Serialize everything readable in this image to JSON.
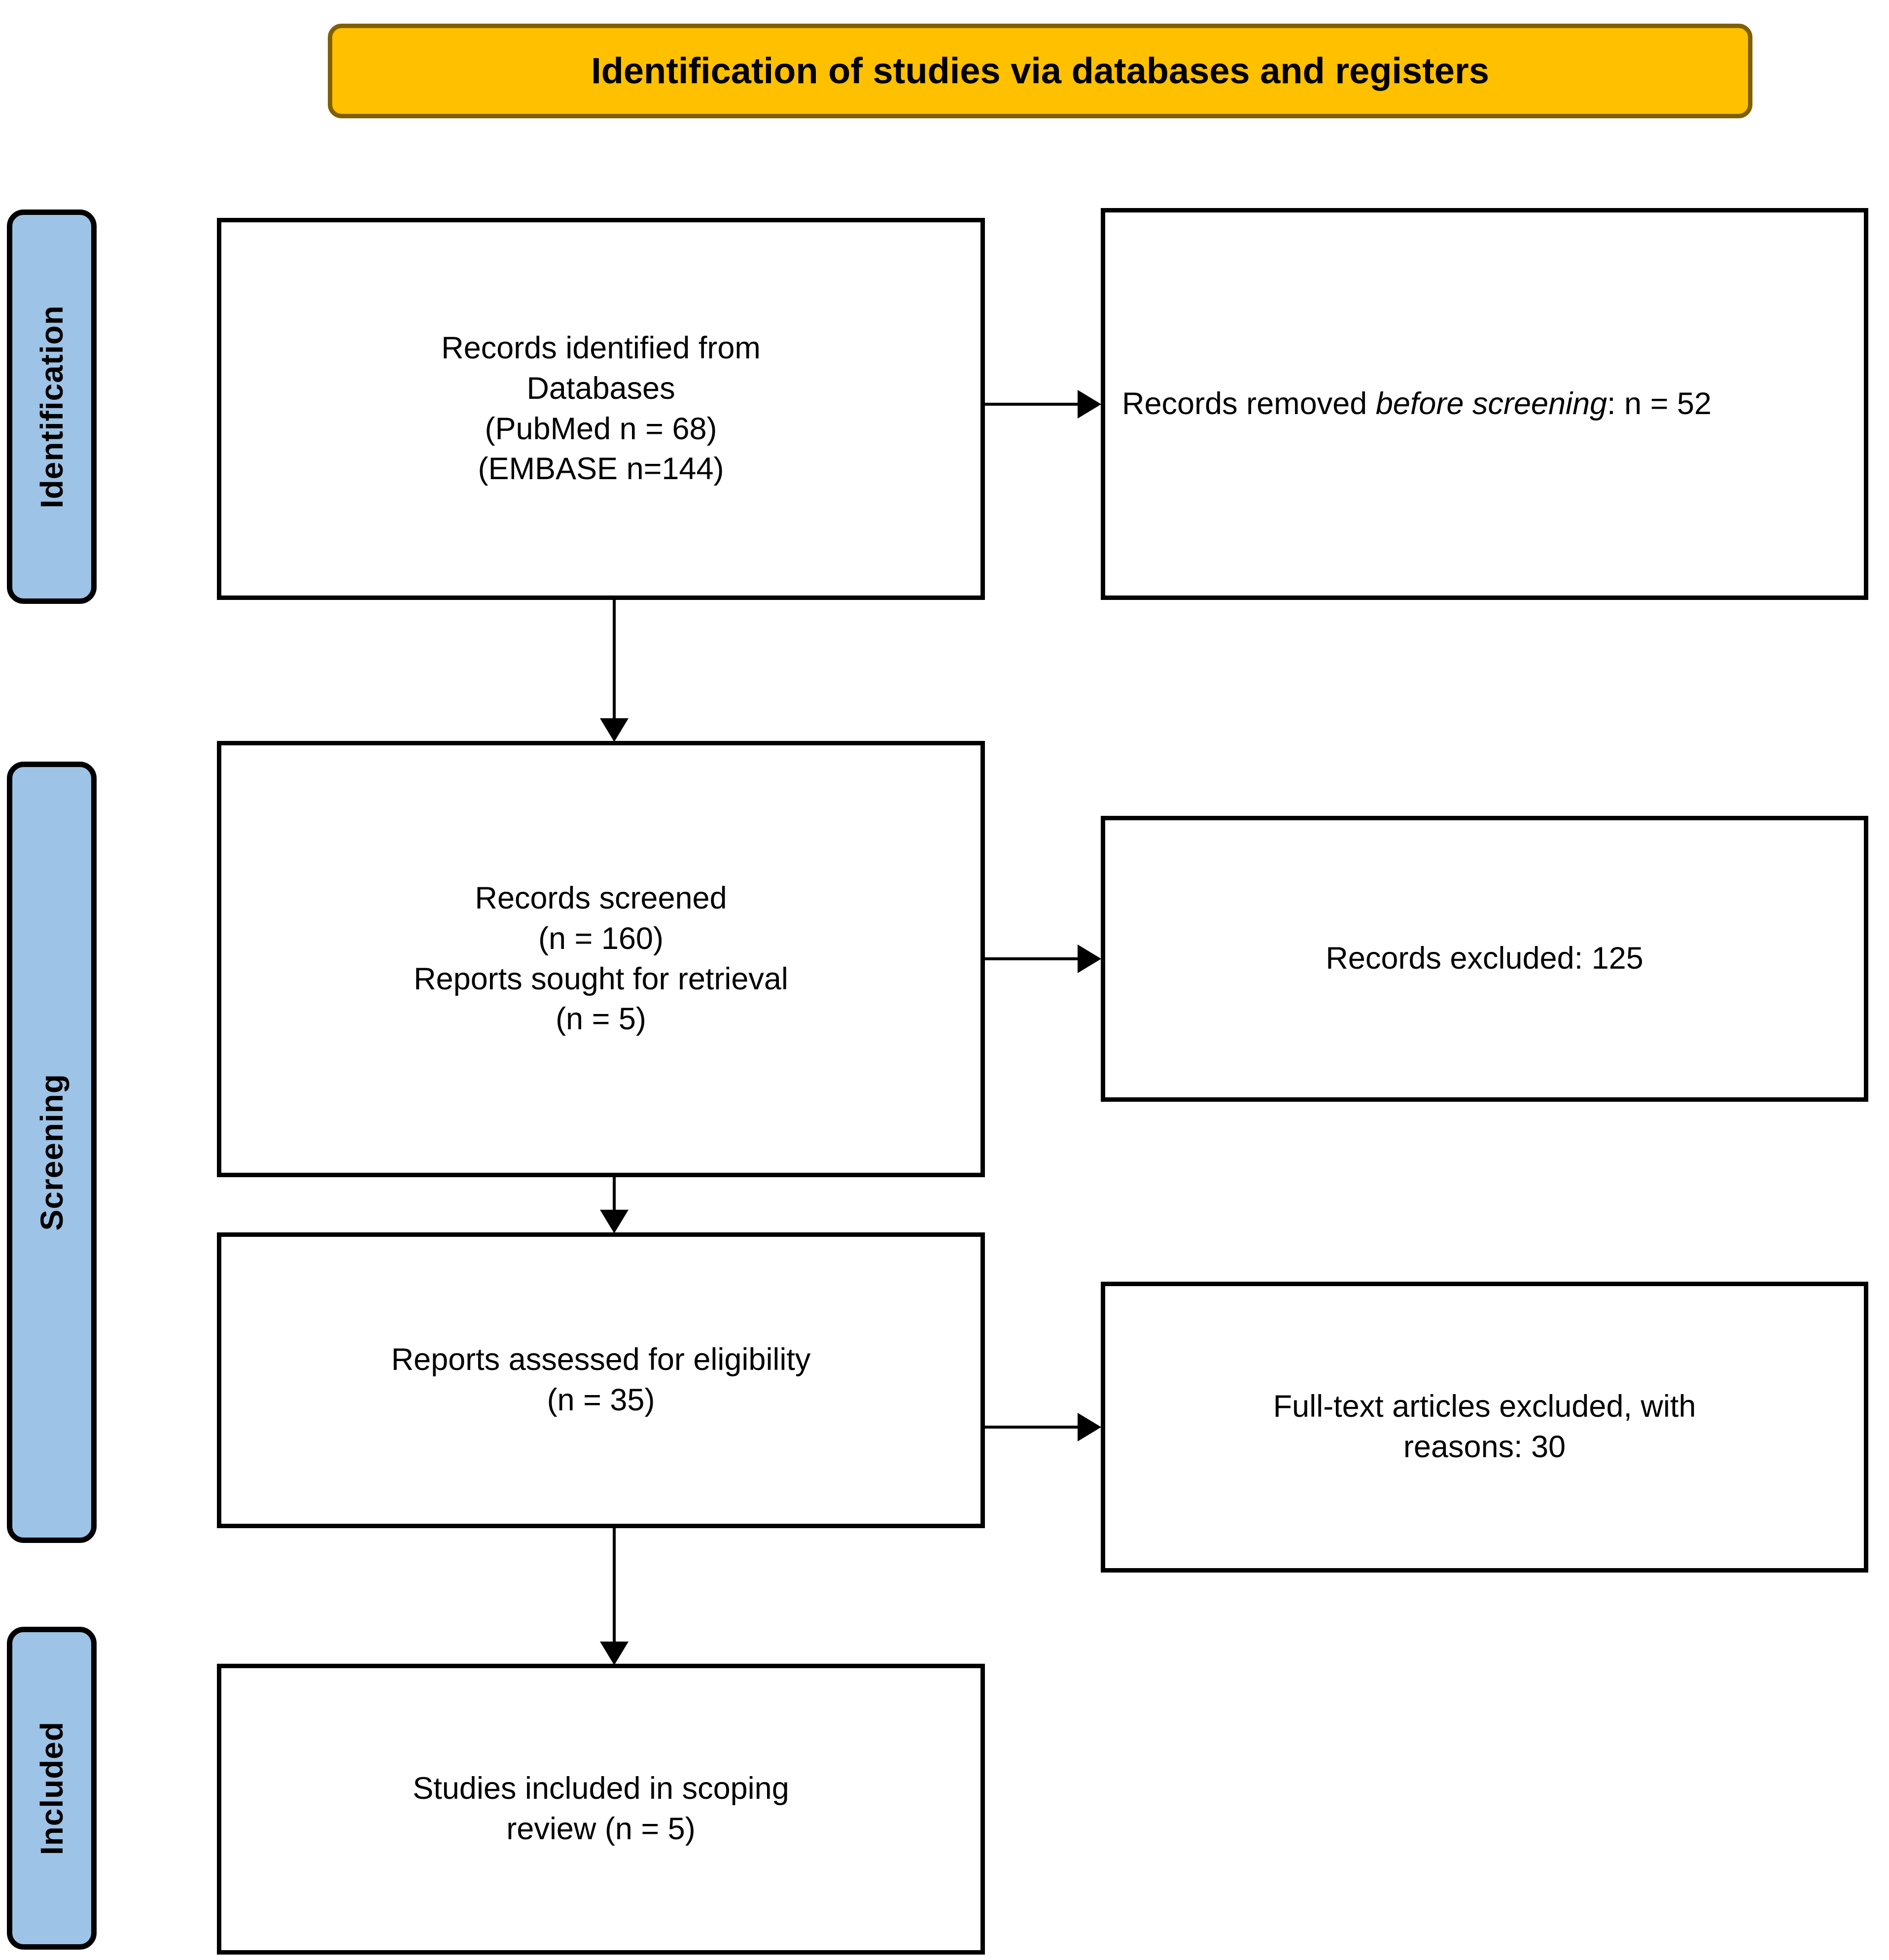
{
  "diagram": {
    "title": "Identification of studies via databases and registers",
    "colors": {
      "banner_fill": "#FFC000",
      "banner_border": "#7F6000",
      "stage_fill": "#9DC3E6",
      "stage_border": "#000000",
      "box_border": "#000000",
      "box_fill": "#FFFFFF",
      "connector": "#000000"
    },
    "stages": [
      {
        "id": "identification",
        "label": "Identification"
      },
      {
        "id": "screening",
        "label": "Screening"
      },
      {
        "id": "included",
        "label": "Included"
      }
    ],
    "boxes": {
      "identified": {
        "lines": [
          "Records identified from",
          "Databases",
          "(PubMed n = 68)",
          "(EMBASE n=144)"
        ],
        "align": "center"
      },
      "removed": {
        "text_before_italic": "Records removed ",
        "italic_text": "before screening",
        "text_after_italic": ": n = 52",
        "align": "left"
      },
      "screened": {
        "lines": [
          "Records screened",
          "(n = 160)",
          "Reports sought for retrieval",
          "(n = 5)"
        ],
        "align": "center"
      },
      "excluded": {
        "lines": [
          "Records excluded: 125"
        ],
        "align": "center"
      },
      "assessed": {
        "lines": [
          "Reports assessed for eligibility",
          "(n = 35)"
        ],
        "align": "center"
      },
      "fulltext_excluded": {
        "lines": [
          "Full-text articles excluded, with",
          "reasons: 30"
        ],
        "align": "center"
      },
      "included_studies": {
        "lines": [
          "Studies included in scoping",
          "review (n = 5)"
        ],
        "align": "center"
      }
    },
    "connectors": [
      {
        "id": "identified-to-screened",
        "direction": "down"
      },
      {
        "id": "screened-to-assessed",
        "direction": "down"
      },
      {
        "id": "assessed-to-included",
        "direction": "down"
      },
      {
        "id": "identified-to-removed",
        "direction": "right"
      },
      {
        "id": "screened-to-excluded",
        "direction": "right"
      },
      {
        "id": "assessed-to-fulltext-excluded",
        "direction": "right"
      }
    ]
  }
}
